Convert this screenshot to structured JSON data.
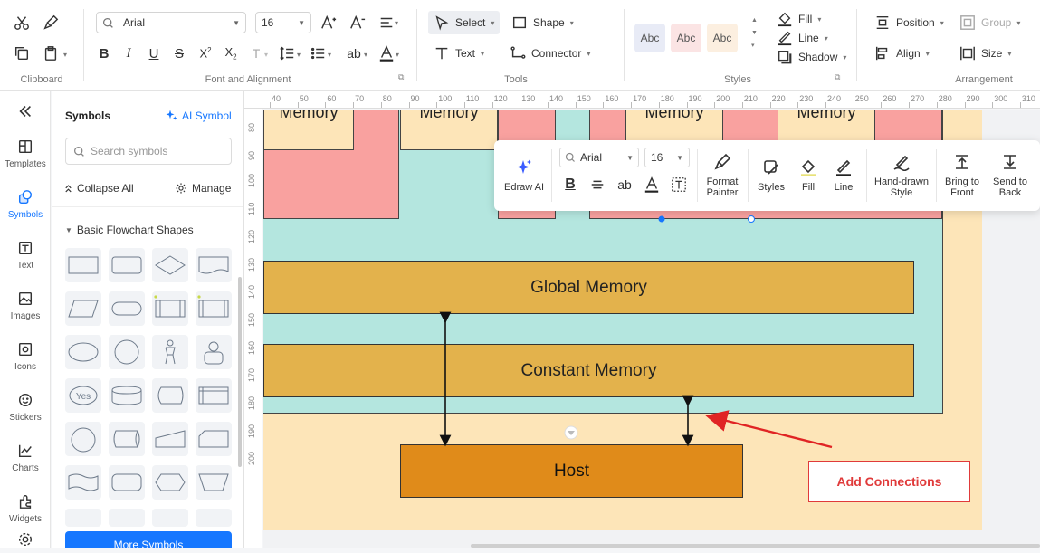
{
  "ribbon": {
    "clipboard": {
      "label": "Clipboard"
    },
    "font": {
      "label": "Font and Alignment",
      "family": "Arial",
      "size": "16"
    },
    "tools": {
      "label": "Tools",
      "select": "Select",
      "shape": "Shape",
      "text": "Text",
      "connector": "Connector"
    },
    "styles": {
      "label": "Styles",
      "swatches": [
        "Abc",
        "Abc",
        "Abc"
      ],
      "swatch_colors": [
        "#e8ebf6",
        "#fbe4e4",
        "#fcefe0"
      ],
      "fill": "Fill",
      "line": "Line",
      "shadow": "Shadow"
    },
    "arrangement": {
      "label": "Arrangement",
      "position": "Position",
      "group": "Group",
      "align": "Align",
      "size": "Size"
    }
  },
  "rail": {
    "items": [
      {
        "label": "Templates",
        "icon": "templates-icon"
      },
      {
        "label": "Symbols",
        "icon": "symbols-icon",
        "active": true
      },
      {
        "label": "Text",
        "icon": "text-icon"
      },
      {
        "label": "Images",
        "icon": "images-icon"
      },
      {
        "label": "Icons",
        "icon": "icons-icon"
      },
      {
        "label": "Stickers",
        "icon": "stickers-icon"
      },
      {
        "label": "Charts",
        "icon": "charts-icon"
      },
      {
        "label": "Widgets",
        "icon": "widgets-icon"
      }
    ]
  },
  "panel": {
    "title": "Symbols",
    "ai_symbol": "AI Symbol",
    "search_placeholder": "Search symbols",
    "collapse_all": "Collapse All",
    "manage": "Manage",
    "category": "Basic Flowchart Shapes",
    "yes_shape": "Yes",
    "more_symbols": "More Symbols"
  },
  "rulers": {
    "h_ticks": [
      "40",
      "50",
      "60",
      "70",
      "80",
      "90",
      "100",
      "110",
      "120",
      "130",
      "140",
      "150",
      "160",
      "170",
      "180",
      "190",
      "200",
      "210",
      "220",
      "230",
      "240",
      "250",
      "260",
      "270",
      "280",
      "290",
      "300",
      "310"
    ],
    "v_ticks": [
      "80",
      "90",
      "100",
      "110",
      "120",
      "130",
      "140",
      "150",
      "160",
      "170",
      "180",
      "190",
      "200"
    ]
  },
  "diagram": {
    "memory_labels": [
      "Memory",
      "Memory",
      "Memory",
      "Memory"
    ],
    "global_memory": "Global Memory",
    "constant_memory": "Constant Memory",
    "host": "Host",
    "add_connections": "Add Connections"
  },
  "floating_toolbar": {
    "edraw_ai": "Edraw AI",
    "font": "Arial",
    "size": "16",
    "format_painter": "Format Painter",
    "styles": "Styles",
    "fill": "Fill",
    "line": "Line",
    "hand_drawn": "Hand-drawn Style",
    "bring_front": "Bring to Front",
    "send_back": "Send to Back"
  },
  "colors": {
    "accent": "#1677ff",
    "page": "#fde5b8",
    "teal": "#b4e6df",
    "pink": "#f9a19f",
    "bar": "#e3b24c",
    "host": "#e08b1a",
    "annotation": "#e03a3a"
  }
}
